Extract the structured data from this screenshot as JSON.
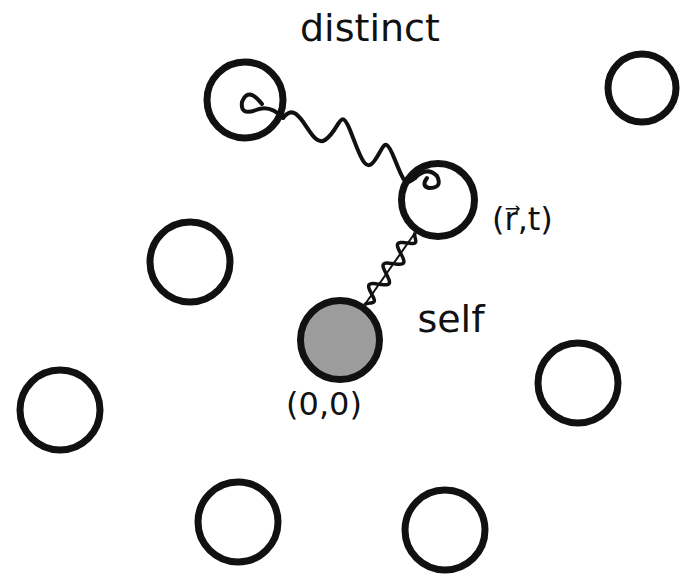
{
  "diagram": {
    "nodes": [
      {
        "text": [
          "(r⃗,t)"
        ]
      },
      {
        "text": [
          "(0,0)"
        ]
      }
    ],
    "edges": [
      {
        "from": 1,
        "to": 0,
        "arrow": "none",
        "label": "self"
      }
    ],
    "labels": [
      "distinct"
    ]
  }
}
